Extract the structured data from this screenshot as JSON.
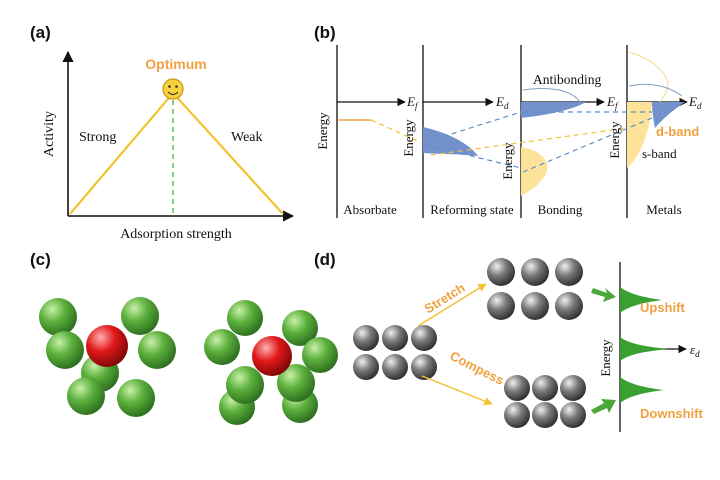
{
  "panels": {
    "a": {
      "label": "(a)",
      "peak_label": "Optimum",
      "y_axis_label": "Activity",
      "x_axis_label": "Adsorption strength",
      "left_label": "Strong",
      "right_label": "Weak"
    },
    "b": {
      "label": "(b)",
      "energy_label": "Energy",
      "ef_label": "E",
      "ef_sub": "f",
      "ed_label": "E",
      "ed_sub": "d",
      "antibonding_label": "Antibonding",
      "dband_label": "d-band",
      "sband_label": "s-band",
      "col_absorbate": "Absorbate",
      "col_reforming": "Reforming state",
      "col_bonding": "Bonding",
      "col_metals": "Metals"
    },
    "c": {
      "label": "(c)"
    },
    "d": {
      "label": "(d)",
      "stretch_label": "Stretch",
      "compress_label": "Compess",
      "energy_label": "Energy",
      "ed_label": "ε",
      "ed_sub": "d",
      "upshift_label": "Upshift",
      "downshift_label": "Downshift"
    }
  },
  "colors": {
    "accent_orange": "#f0a040",
    "line_yellow": "#f2c230",
    "dband_blue": "#7391cc",
    "sband_yellow": "#fde39a",
    "green_sphere": "#55a838",
    "red_sphere": "#e01818",
    "grey_sphere": "#707070",
    "peak_green": "#3aa030"
  },
  "icons": [
    "smiley-face-icon"
  ]
}
